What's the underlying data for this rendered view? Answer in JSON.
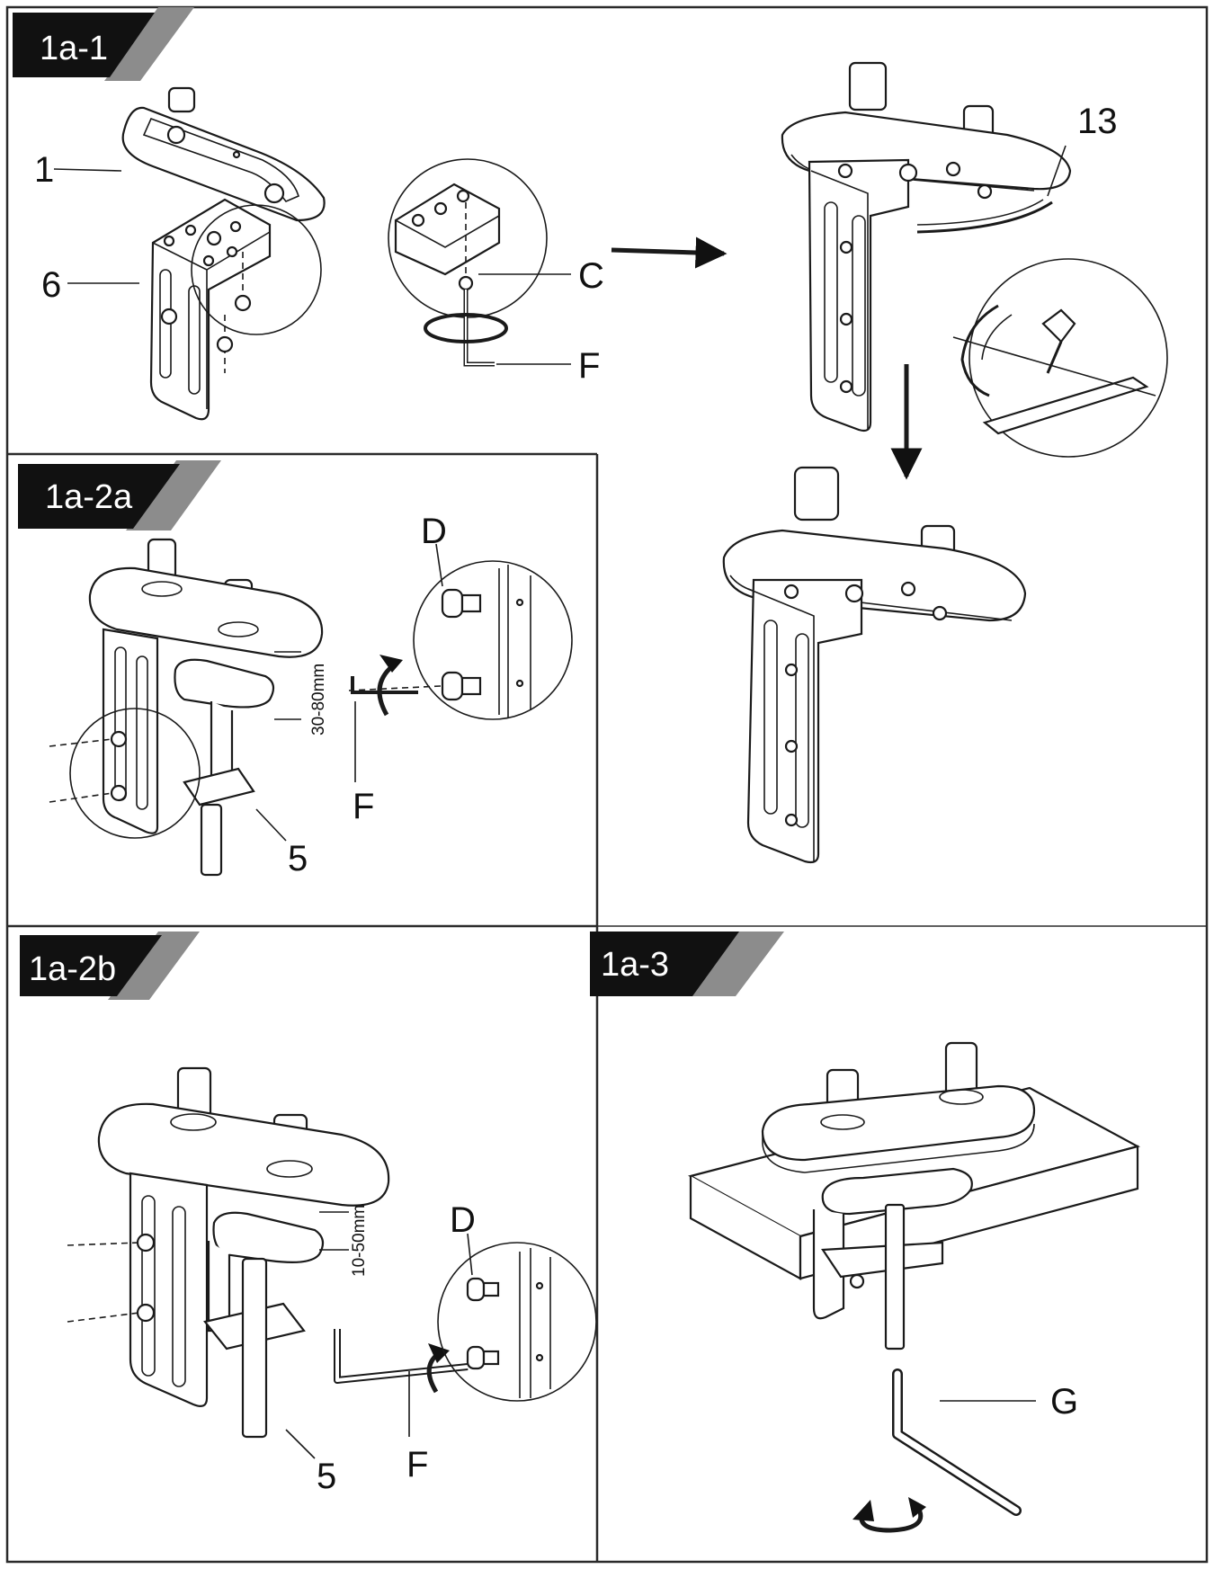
{
  "panels": {
    "step_1a_1": {
      "tag": "1a-1",
      "labels": {
        "part_1": "1",
        "part_6": "6",
        "screw_c": "C",
        "wrench_f": "F",
        "part_13": "13"
      }
    },
    "step_1a_2a": {
      "tag": "1a-2a",
      "labels": {
        "screw_d": "D",
        "wrench_f": "F",
        "part_5": "5"
      },
      "dimension": "30-80mm"
    },
    "step_1a_2b": {
      "tag": "1a-2b",
      "labels": {
        "screw_d": "D",
        "wrench_f": "F",
        "part_5": "5"
      },
      "dimension": "10-50mm"
    },
    "step_1a_3": {
      "tag": "1a-3",
      "labels": {
        "wrench_g": "G"
      }
    }
  },
  "colors": {
    "tag_background": "#111111",
    "tag_accent": "#8c8c8c",
    "line": "#1a1a1a"
  }
}
